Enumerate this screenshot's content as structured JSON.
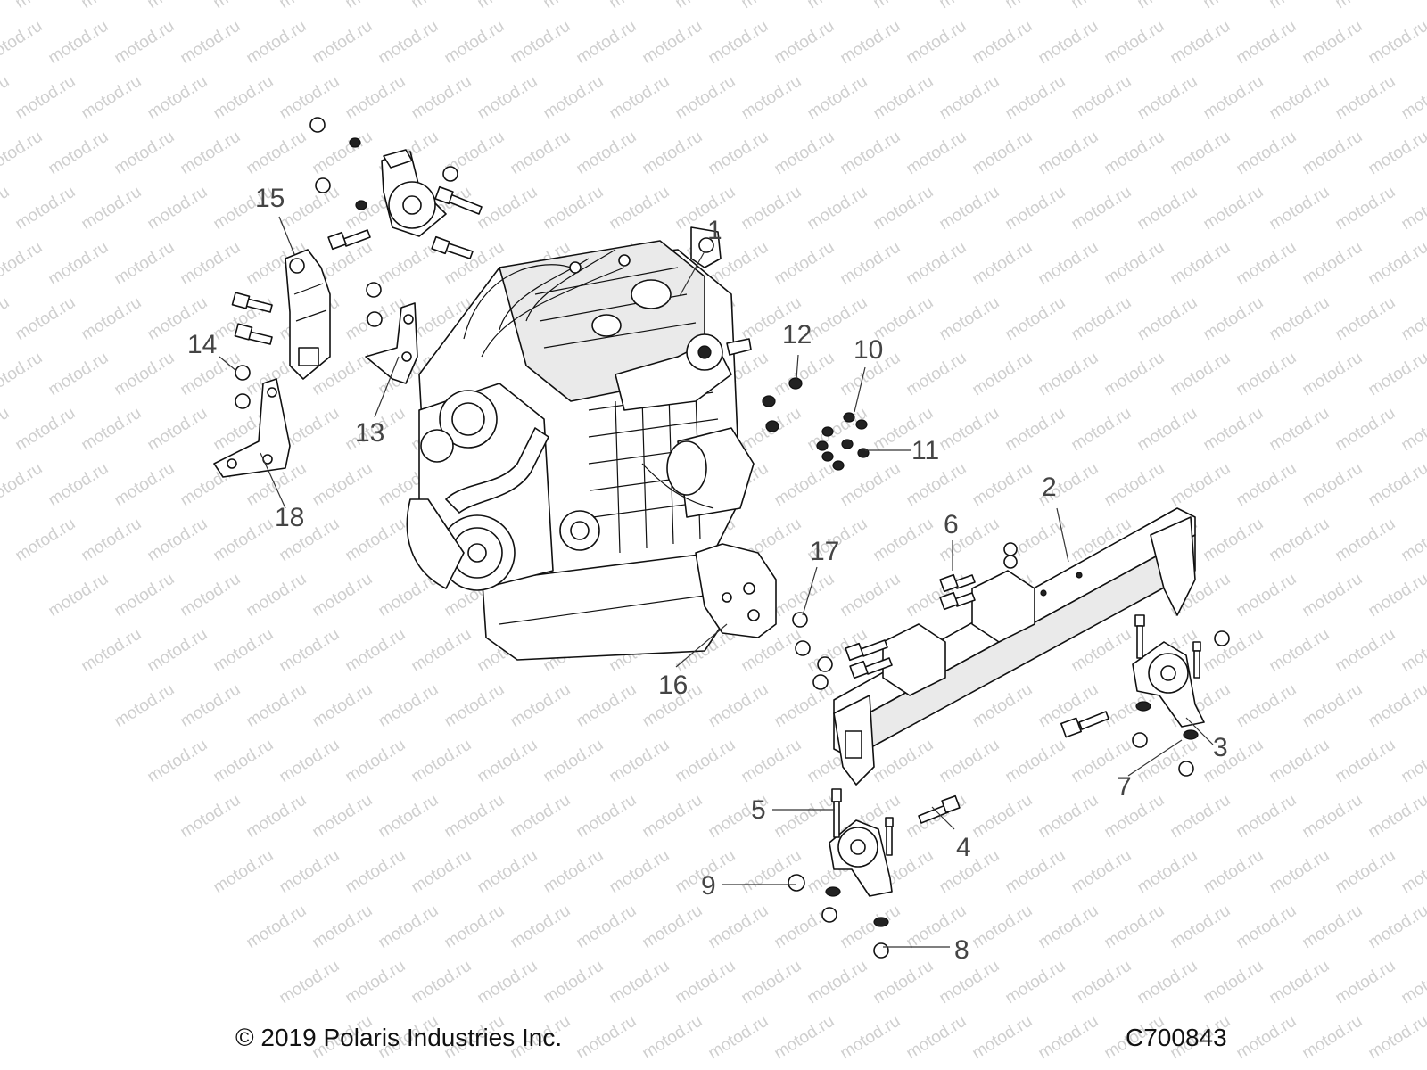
{
  "watermark": "motod.ru",
  "footer": {
    "copyright": "© 2019 Polaris Industries Inc.",
    "drawing_number": "C700843"
  },
  "callouts": [
    "1",
    "2",
    "3",
    "4",
    "5",
    "6",
    "7",
    "8",
    "9",
    "10",
    "11",
    "12",
    "13",
    "14",
    "15",
    "16",
    "17",
    "18"
  ]
}
